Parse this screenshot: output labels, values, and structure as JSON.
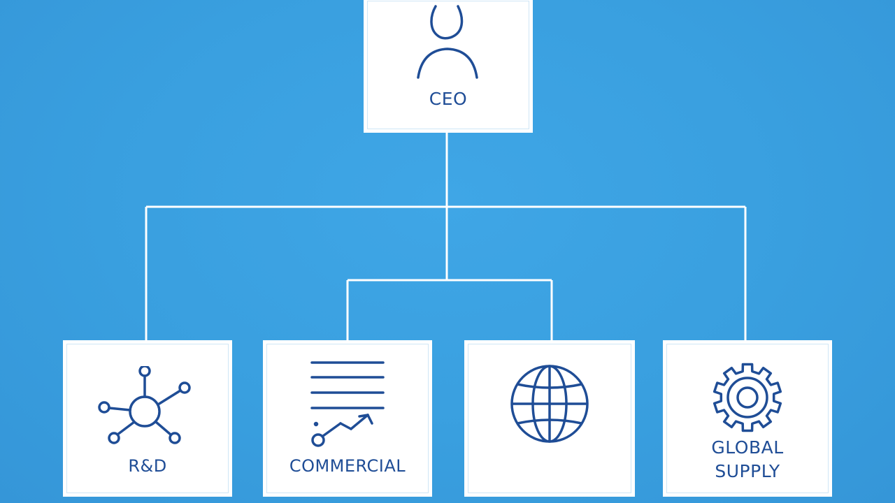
{
  "diagram": {
    "type": "org-chart",
    "root": {
      "label": "CEO",
      "icon": "person-icon"
    },
    "children": [
      {
        "label": "R&D",
        "icon": "network-hub-icon"
      },
      {
        "label": "COMMERCIAL",
        "icon": "document-chart-icon"
      },
      {
        "label": "",
        "icon": "globe-icon"
      },
      {
        "label": "GLOBAL\nSUPPLY",
        "icon": "gear-icon"
      }
    ]
  },
  "colors": {
    "background": "#3aa0e0",
    "node_fill": "#ffffff",
    "connector": "#ffffff",
    "ink": "#1f4d96"
  }
}
